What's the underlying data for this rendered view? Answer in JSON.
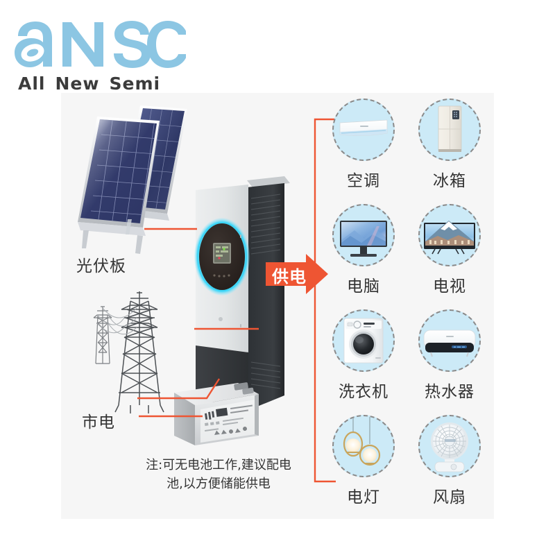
{
  "brand": {
    "logo_text": "aNSC",
    "logo_color": "#8CC6E3",
    "tagline_words": [
      "All",
      "New",
      "Semi"
    ]
  },
  "diagram": {
    "background_color": "#f6f6f6",
    "wire_color": "#ee5533",
    "bubble_fill": "#cceaf7",
    "bubble_border": "#8a8a8a",
    "sources": [
      {
        "id": "pv",
        "label": "光伏板",
        "icon": "solar-panel-icon"
      },
      {
        "id": "grid",
        "label": "市电",
        "icon": "power-tower-icon"
      },
      {
        "id": "battery",
        "label": "",
        "icon": "battery-icon"
      }
    ],
    "inverter": {
      "icon": "inverter-icon",
      "ring_color": "#25c8f0"
    },
    "supply_arrow": {
      "label": "供电",
      "color": "#ee5533",
      "text_color": "#ffffff"
    },
    "note": "注:可无电池工作,建议配电池,以方便储能供电"
  },
  "appliances": [
    {
      "label": "空调",
      "icon": "air-conditioner-icon"
    },
    {
      "label": "冰箱",
      "icon": "refrigerator-icon"
    },
    {
      "label": "电脑",
      "icon": "computer-monitor-icon"
    },
    {
      "label": "电视",
      "icon": "television-icon"
    },
    {
      "label": "洗衣机",
      "icon": "washing-machine-icon"
    },
    {
      "label": "热水器",
      "icon": "water-heater-icon"
    },
    {
      "label": "电灯",
      "icon": "pendant-lamp-icon"
    },
    {
      "label": "风扇",
      "icon": "electric-fan-icon"
    }
  ]
}
